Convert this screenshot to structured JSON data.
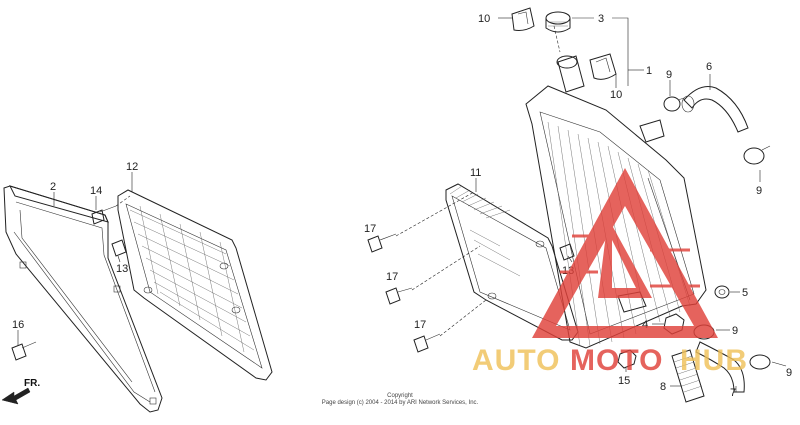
{
  "callouts": {
    "c1": "1",
    "c2": "2",
    "c3": "3",
    "c4": "4",
    "c5": "5",
    "c6": "6",
    "c7": "7",
    "c8": "8",
    "c9a": "9",
    "c9b": "9",
    "c9c": "9",
    "c9d": "9",
    "c10a": "10",
    "c10b": "10",
    "c11": "11",
    "c12": "12",
    "c13a": "13",
    "c13b": "13",
    "c14": "14",
    "c15": "15",
    "c16": "16",
    "c17a": "17",
    "c17b": "17",
    "c17c": "17"
  },
  "front_label": "FR.",
  "copyright": {
    "line1": "Copyright",
    "line2": "Page design (c) 2004 - 2014 by ARI Network Services, Inc."
  },
  "watermark": {
    "text_part1": "AUTO",
    "text_part2": "MOTO",
    "text_part3": "HUB",
    "color_primary": "#f0c15a",
    "color_secondary": "#e0413a"
  }
}
